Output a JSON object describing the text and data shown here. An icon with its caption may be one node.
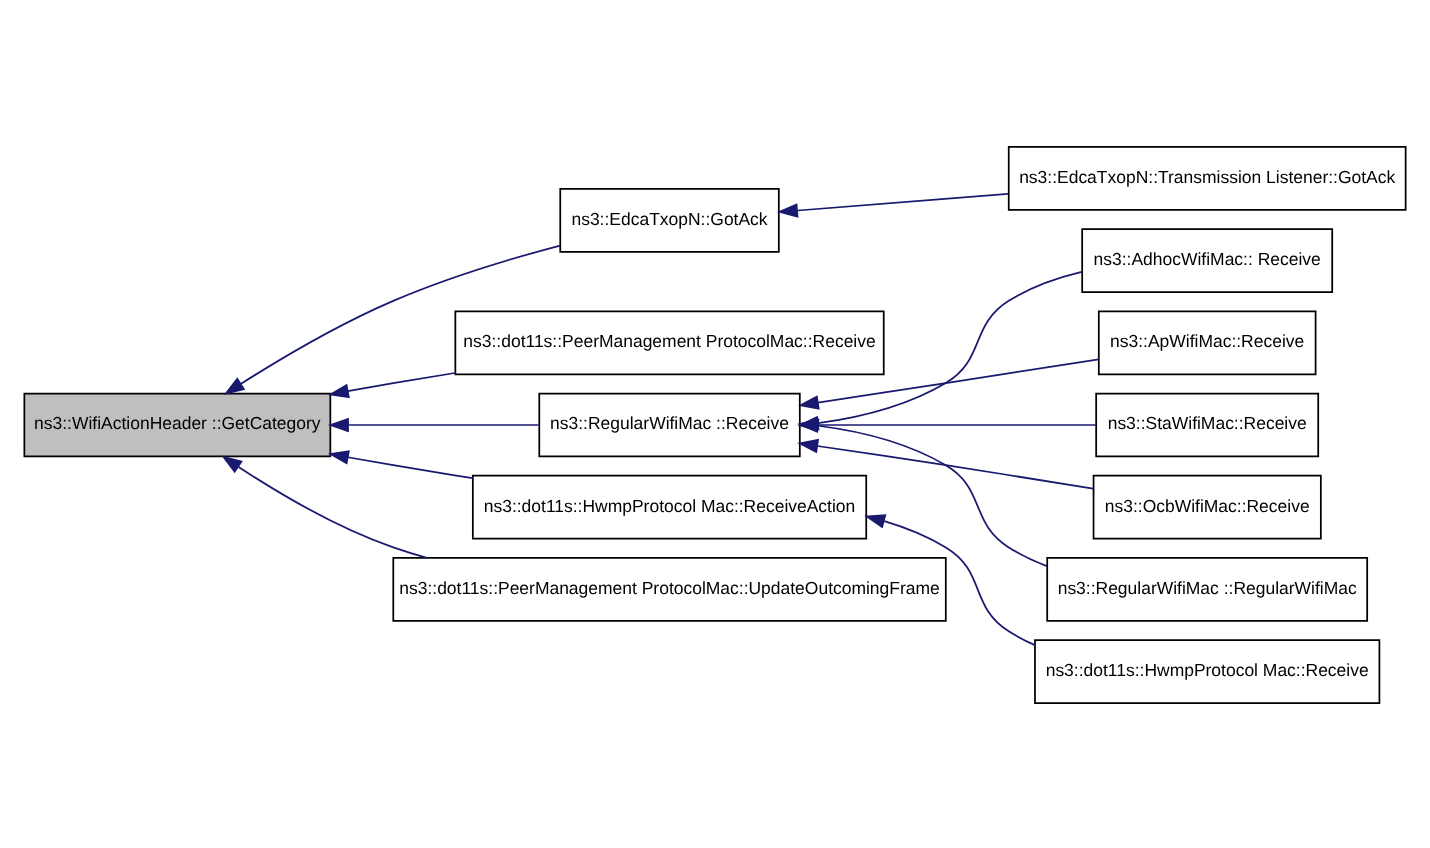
{
  "diagram": {
    "nodes": [
      {
        "text": [
          "ns3::WifiActionHeader ::GetCategory"
        ]
      },
      {
        "text": [
          "ns3::EdcaTxopN::GotAck"
        ]
      },
      {
        "text": [
          "ns3::EdcaTxopN::Transmission Listener::GotAck"
        ]
      },
      {
        "text": [
          "ns3::dot11s::PeerManagement ProtocolMac::Receive"
        ]
      },
      {
        "text": [
          "ns3::RegularWifiMac ::Receive"
        ]
      },
      {
        "text": [
          "ns3::AdhocWifiMac:: Receive"
        ]
      },
      {
        "text": [
          "ns3::ApWifiMac::Receive"
        ]
      },
      {
        "text": [
          "ns3::StaWifiMac::Receive"
        ]
      },
      {
        "text": [
          "ns3::OcbWifiMac::Receive"
        ]
      },
      {
        "text": [
          "ns3::RegularWifiMac ::RegularWifiMac"
        ]
      },
      {
        "text": [
          "ns3::dot11s::HwmpProtocol Mac::ReceiveAction"
        ]
      },
      {
        "text": [
          "ns3::dot11s::PeerManagement ProtocolMac::UpdateOutcomingFrame"
        ]
      },
      {
        "text": [
          "ns3::dot11s::HwmpProtocol Mac::Receive"
        ]
      }
    ],
    "edges": [
      {
        "from": 1,
        "to": 0,
        "arrow": "to"
      },
      {
        "from": 2,
        "to": 1,
        "arrow": "to"
      },
      {
        "from": 3,
        "to": 0,
        "arrow": "to"
      },
      {
        "from": 4,
        "to": 0,
        "arrow": "to"
      },
      {
        "from": 5,
        "to": 4,
        "arrow": "to"
      },
      {
        "from": 6,
        "to": 4,
        "arrow": "to"
      },
      {
        "from": 7,
        "to": 4,
        "arrow": "to"
      },
      {
        "from": 8,
        "to": 4,
        "arrow": "to"
      },
      {
        "from": 9,
        "to": 4,
        "arrow": "to"
      },
      {
        "from": 10,
        "to": 0,
        "arrow": "to"
      },
      {
        "from": 11,
        "to": 0,
        "arrow": "to"
      },
      {
        "from": 12,
        "to": 10,
        "arrow": "to"
      }
    ]
  }
}
